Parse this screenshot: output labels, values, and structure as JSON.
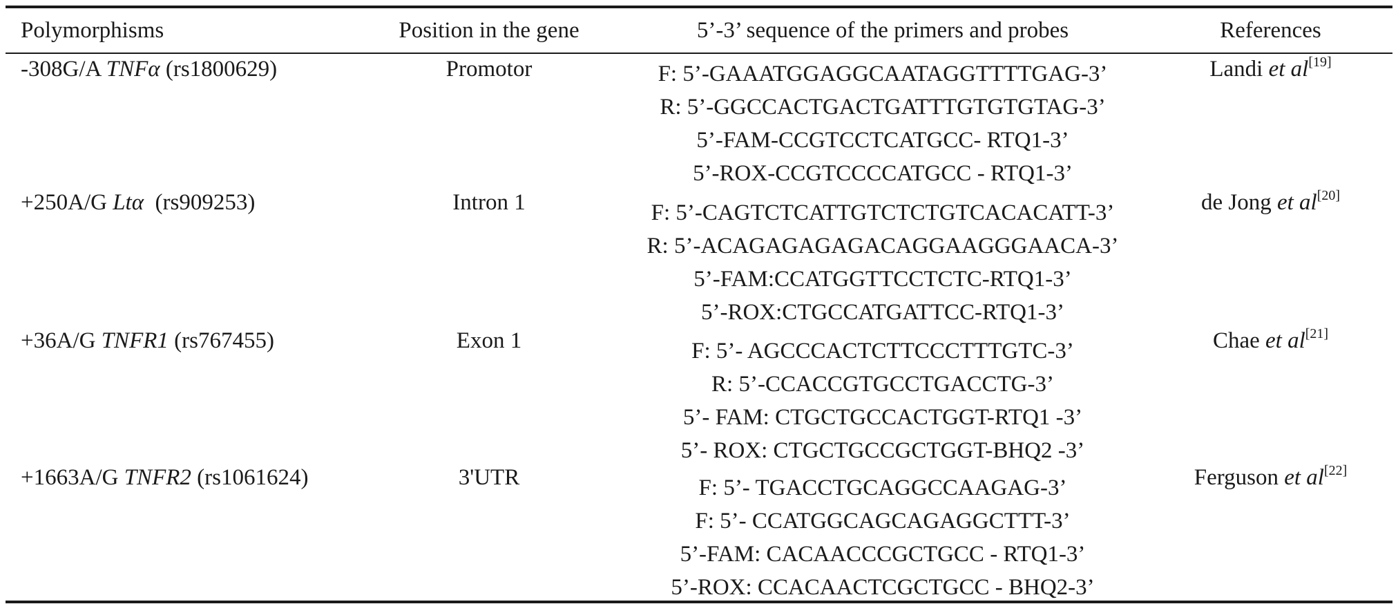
{
  "table": {
    "headers": {
      "polymorphisms": "Polymorphisms",
      "position": "Position in the gene",
      "sequence": "5’-3’ sequence of the primers and probes",
      "references": "References"
    },
    "rows": [
      {
        "poly_prefix": "-308G/A ",
        "gene": "TNFα",
        "rs": " (rs1800629)",
        "position": "Promotor",
        "sequences": [
          "F: 5’-GAAATGGAGGCAATAGGTTTTGAG-3’",
          "R: 5’-GGCCACTGACTGATTTGTGTGTAG-3’",
          "5’-FAM-CCGTCCTCATGCC- RTQ1-3’",
          "5’-ROX-CCGTCCCCATGCC - RTQ1-3’"
        ],
        "ref_author": "Landi ",
        "ref_etal": "et al",
        "ref_num": "[19]"
      },
      {
        "poly_prefix": "+250A/G ",
        "gene": "Ltα",
        "rs": "  (rs909253)",
        "position": "Intron 1",
        "sequences": [
          "F: 5’-CAGTCTCATTGTCTCTGTCACACATT-3’",
          "R: 5’-ACAGAGAGAGACAGGAAGGGAACA-3’",
          "5’-FAM:CCATGGTTCCTCTC-RTQ1-3’",
          "5’-ROX:CTGCCATGATTCC-RTQ1-3’"
        ],
        "ref_author": "de Jong ",
        "ref_etal": "et al",
        "ref_num": "[20]"
      },
      {
        "poly_prefix": "+36A/G ",
        "gene": "TNFR1",
        "rs": " (rs767455)",
        "position": "Exon 1",
        "sequences": [
          "F: 5’- AGCCCACTCTTCCCTTTGTC-3’",
          "R: 5’-CCACCGTGCCTGACCTG-3’",
          "5’- FAM: CTGCTGCCACTGGT-RTQ1 -3’",
          "5’- ROX: CTGCTGCCGCTGGT-BHQ2 -3’"
        ],
        "ref_author": "Chae ",
        "ref_etal": "et al",
        "ref_num": "[21]"
      },
      {
        "poly_prefix": "+1663A/G ",
        "gene": "TNFR2",
        "rs": " (rs1061624)",
        "position": "3'UTR",
        "sequences": [
          "F: 5’- TGACCTGCAGGCCAAGAG-3’",
          "F: 5’- CCATGGCAGCAGAGGCTTT-3’",
          "5’-FAM: CACAACCCGCTGCC - RTQ1-3’",
          "5’-ROX: CCACAACTCGCTGCC - BHQ2-3’"
        ],
        "ref_author": "Ferguson ",
        "ref_etal": "et al",
        "ref_num": "[22]"
      }
    ]
  }
}
